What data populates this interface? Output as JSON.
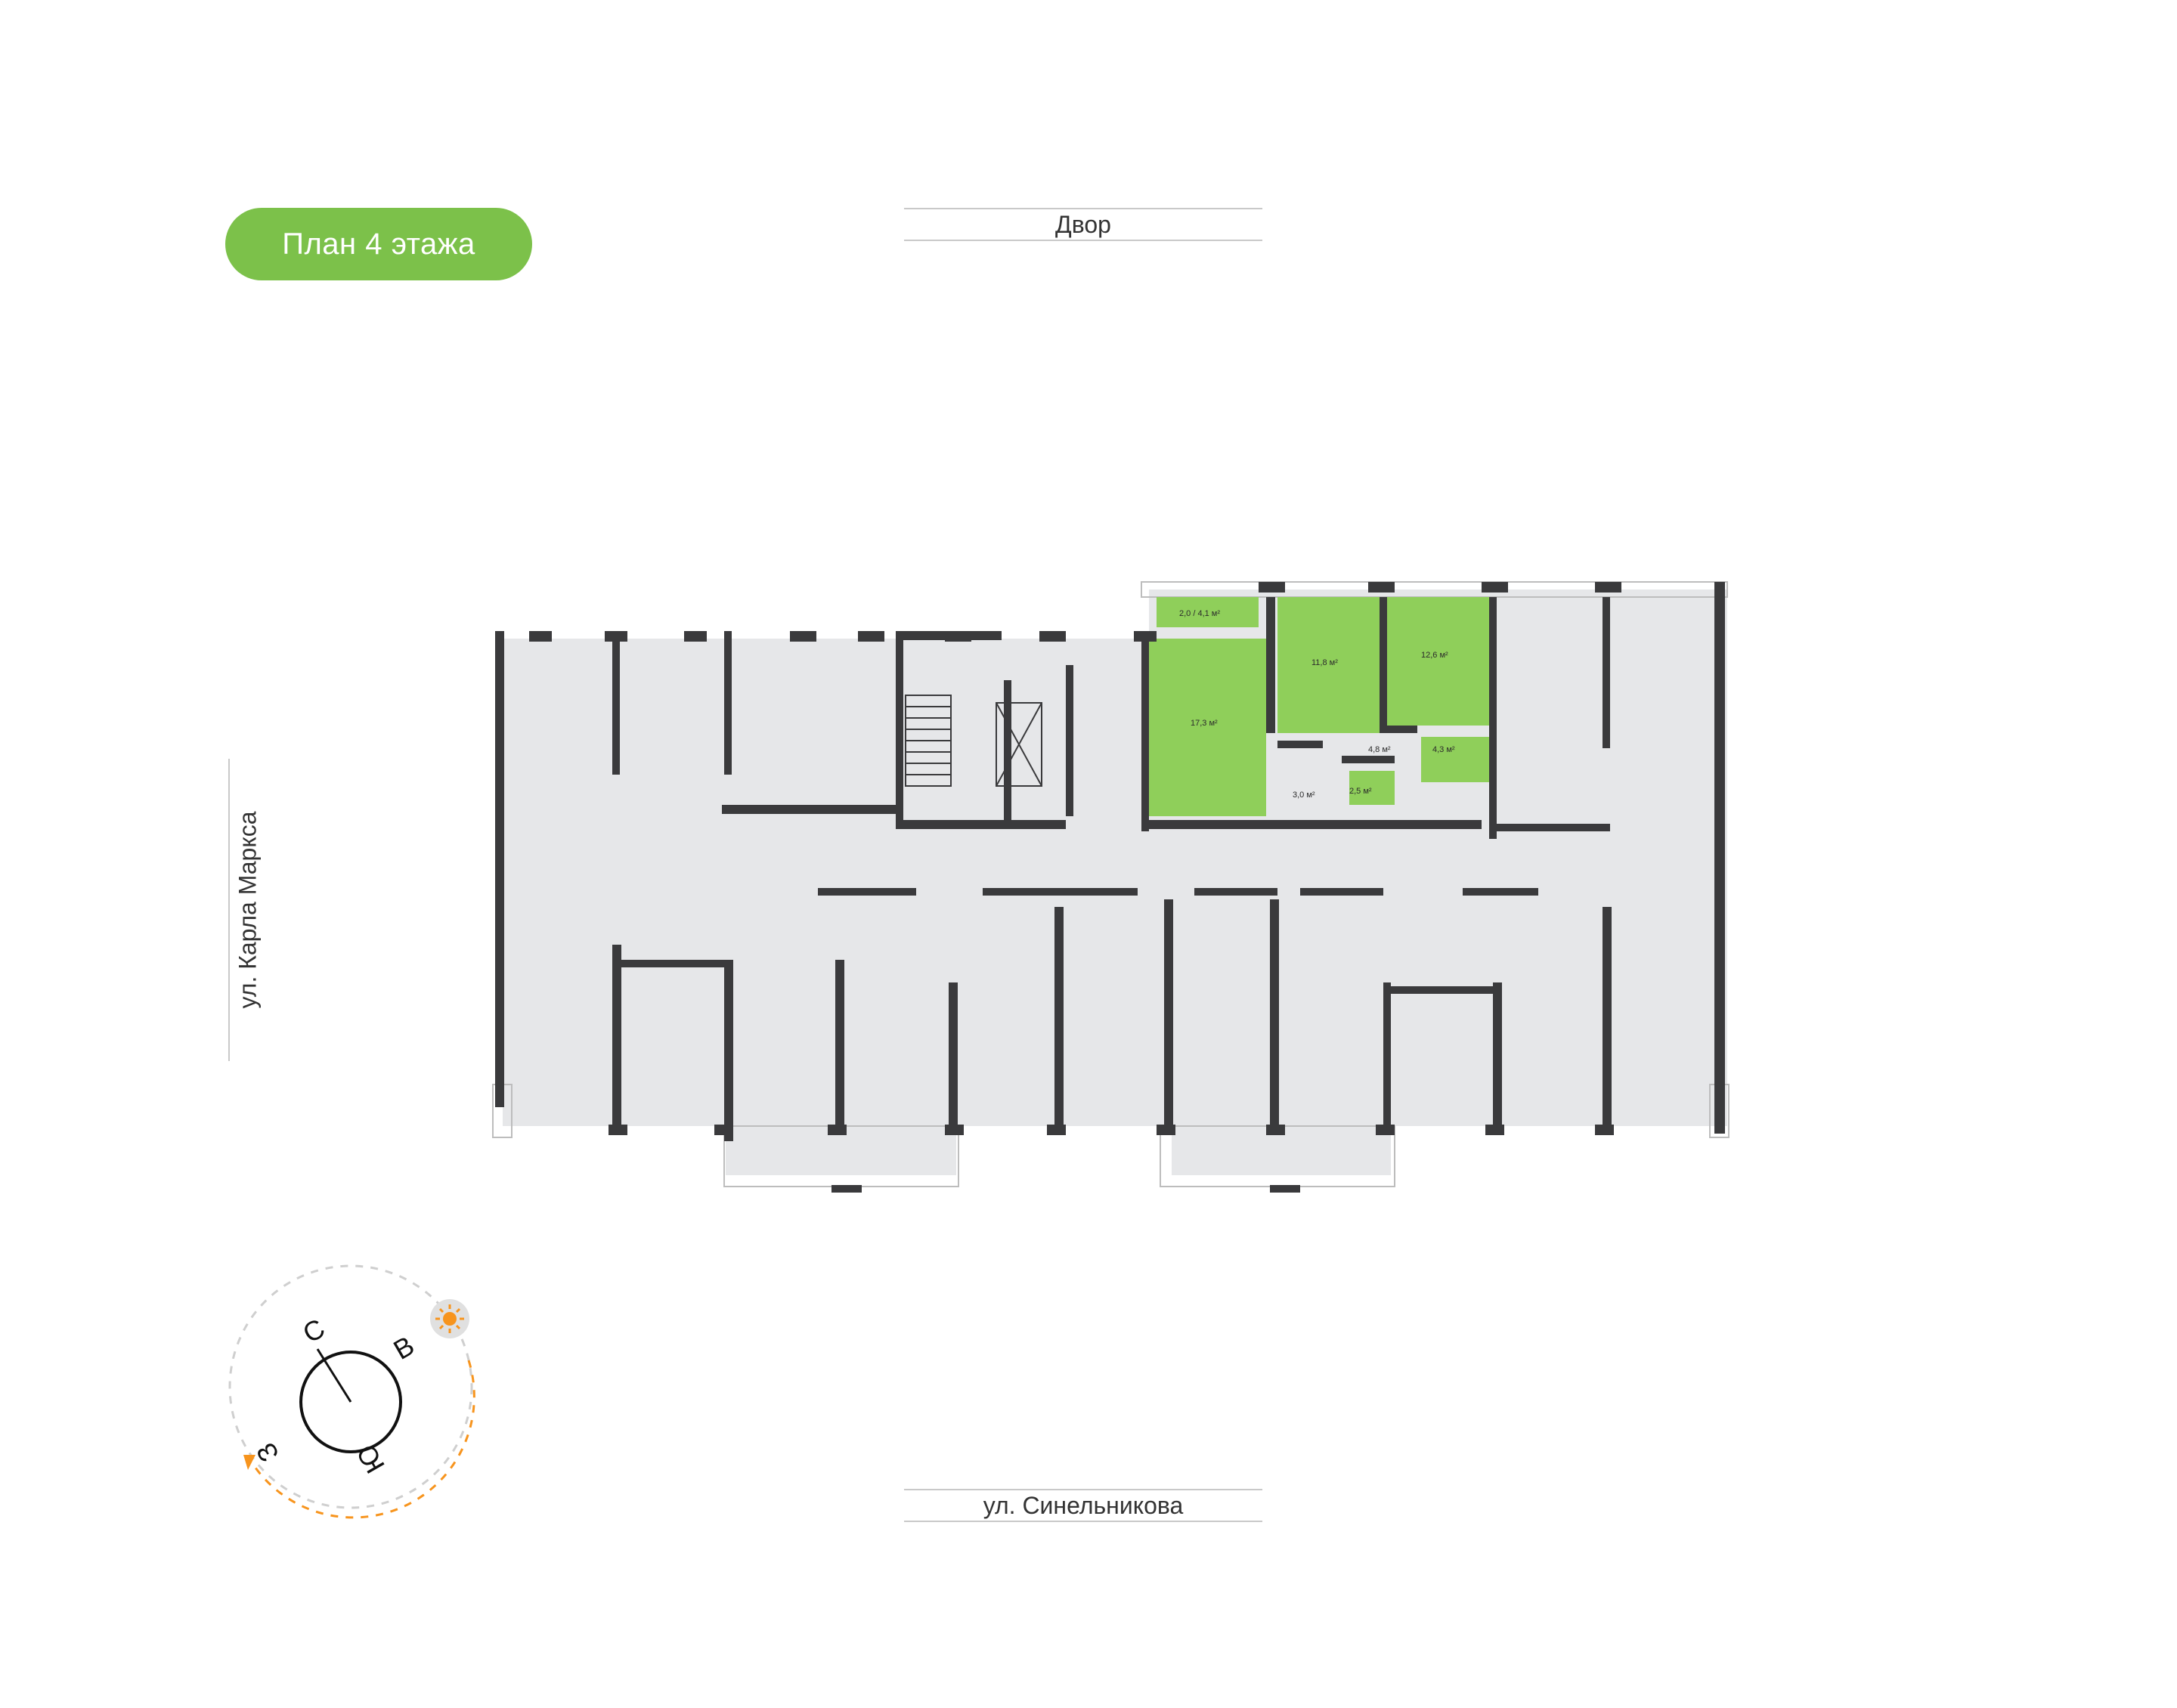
{
  "floor_title": "План 4 этажа",
  "streets": {
    "top": "Двор",
    "left": "ул. Карла Маркса",
    "bottom": "ул. Синельникова"
  },
  "apartment": {
    "highlight_color": "#8fcf5a",
    "rooms": [
      {
        "name": "balcony",
        "label": "2,0 / 4,1 м²"
      },
      {
        "name": "living-room",
        "label": "17,3 м²"
      },
      {
        "name": "bedroom-1",
        "label": "11,8 м²"
      },
      {
        "name": "bedroom-2",
        "label": "12,6 м²"
      },
      {
        "name": "hall",
        "label": "4,8 м²"
      },
      {
        "name": "bathroom",
        "label": "4,3 м²"
      },
      {
        "name": "corridor",
        "label": "3,0 м²"
      },
      {
        "name": "wc",
        "label": "2,5 м²"
      }
    ]
  },
  "compass": {
    "north": "С",
    "east": "В",
    "south": "Ю",
    "west": "З",
    "sun_color": "#f7941d",
    "icons": [
      "sun-icon",
      "compass-needle-icon"
    ]
  },
  "colors": {
    "wall": "#3a3a3c",
    "floor": "#e6e7e9",
    "accent": "#7cc14a"
  }
}
